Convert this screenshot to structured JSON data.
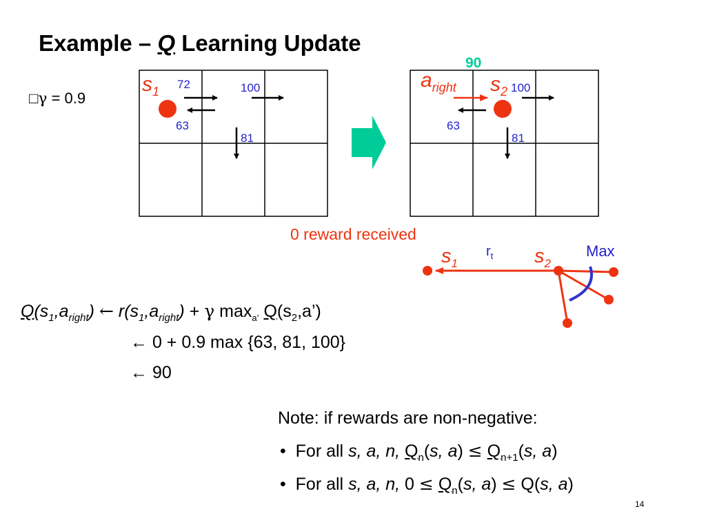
{
  "title": {
    "prefix": "Example – ",
    "q": "Q",
    "suffix": " Learning Update"
  },
  "gamma_line": {
    "bullet": "□",
    "symbol": "γ",
    "text": " = 0.9"
  },
  "colors": {
    "red": "#ee3311",
    "blue": "#2222cc",
    "green": "#00cc99",
    "arc": "#3333cc"
  },
  "left_grid": {
    "state": "s",
    "state_sub": "1",
    "q_right": "72",
    "q_left": "63",
    "q_down": "81",
    "q_right2": "100"
  },
  "right_grid": {
    "action": "a",
    "action_sub": "right",
    "value": "90",
    "state": "s",
    "state_sub": "2",
    "q_right": "100",
    "q_left": "63",
    "q_down": "81"
  },
  "reward_text": "0 reward received",
  "mini": {
    "s1": "s",
    "s1_sub": "1",
    "r": "r",
    "r_sub": "t",
    "s2": "s",
    "s2_sub": "2",
    "max": "Max"
  },
  "equation": {
    "line1": {
      "q": "Q",
      "s": "s",
      "one": "1",
      "a": "a",
      "right": "right",
      "arrow": "←",
      "r": "r",
      "plus": "+",
      "gamma": "γ",
      "max": "max",
      "aprime": "a’",
      "q2": "Q",
      "s2": "s",
      "two": "2",
      "tail": ",a’)"
    },
    "line2": "← 0 + 0.9 max {63, 81, 100}",
    "line3": "← 90"
  },
  "note": {
    "heading": "Note: if rewards are non-negative:",
    "bullet1": {
      "for": "For all ",
      "vars": "s, a, n, ",
      "q": "Q",
      "n": "n",
      "sa": "s, a",
      "le": "≤",
      "q2": "Q",
      "n1": "n+1",
      "sa2": "s, a"
    },
    "bullet2": {
      "for": "For all ",
      "vars": "s, a, n, ",
      "zero": "0 ",
      "le": "≤",
      "q": "Q",
      "n": "n",
      "sa": "s, a",
      "le2": "≤",
      "q2": "Q",
      "sa2": "s, a"
    }
  },
  "slide_number": "14"
}
